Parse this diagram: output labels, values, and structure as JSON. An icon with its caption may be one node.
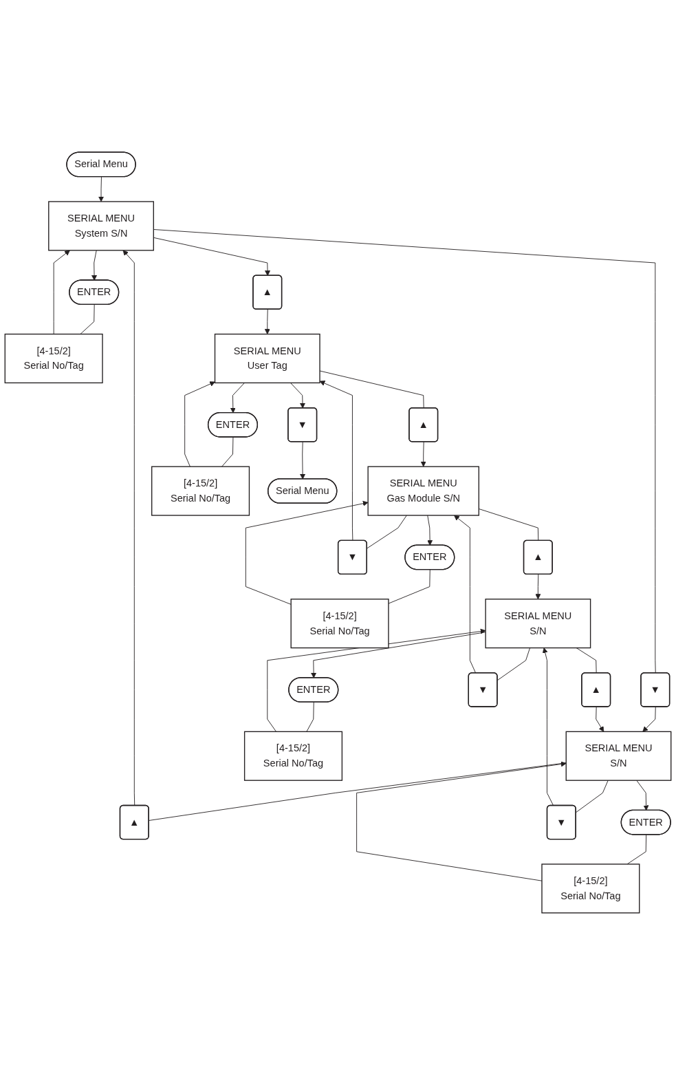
{
  "diagram": {
    "nodes": [
      {
        "text": [
          "Serial Menu"
        ]
      },
      {
        "text": [
          "▲"
        ]
      },
      {
        "text": [
          "SERIAL MENU",
          "System S/N"
        ]
      },
      {
        "text": [
          "ENTER"
        ]
      },
      {
        "text": [
          "[4-15/2]",
          "Serial No/Tag"
        ]
      },
      {
        "text": [
          "▲"
        ]
      },
      {
        "text": [
          "▼"
        ]
      },
      {
        "text": [
          "SERIAL MENU",
          "S/N"
        ]
      },
      {
        "text": [
          "ENTER"
        ]
      },
      {
        "text": [
          "[4-15/2]",
          "Serial No/Tag"
        ]
      },
      {
        "text": [
          "▲"
        ]
      },
      {
        "text": [
          "▼"
        ]
      },
      {
        "text": [
          "SERIAL MENU",
          "S/N"
        ]
      },
      {
        "text": [
          "ENTER"
        ]
      },
      {
        "text": [
          "[4-15/2]",
          "Serial No/Tag"
        ]
      },
      {
        "text": [
          "▲"
        ]
      },
      {
        "text": [
          "▼"
        ]
      },
      {
        "text": [
          "SERIAL MENU",
          "Gas Module S/N"
        ]
      },
      {
        "text": [
          "ENTER"
        ]
      },
      {
        "text": [
          "[4-15/2]",
          "Serial No/Tag"
        ]
      },
      {
        "text": [
          "▲"
        ]
      },
      {
        "text": [
          "▼"
        ]
      },
      {
        "text": [
          "SERIAL MENU",
          "User Tag"
        ]
      },
      {
        "text": [
          "ENTER"
        ]
      },
      {
        "text": [
          "[4-15/2]",
          "Serial No/Tag"
        ]
      },
      {
        "text": [
          "▼"
        ]
      },
      {
        "text": [
          "Serial Menu"
        ]
      }
    ],
    "edges": [
      {
        "from": 0,
        "to": 2,
        "arrow": "to"
      },
      {
        "from": 2,
        "to": 1,
        "arrow": "to"
      },
      {
        "from": 1,
        "to": 22,
        "arrow": "to"
      },
      {
        "from": 2,
        "to": 3,
        "arrow": "to"
      },
      {
        "from": 3,
        "to": 4,
        "arrow": "none"
      },
      {
        "from": 4,
        "to": 2,
        "arrow": "to"
      },
      {
        "from": 7,
        "to": 5,
        "arrow": "none"
      },
      {
        "from": 5,
        "to": 2,
        "arrow": "to"
      },
      {
        "from": 2,
        "to": 6,
        "arrow": "none"
      },
      {
        "from": 6,
        "to": 7,
        "arrow": "to"
      },
      {
        "from": 7,
        "to": 8,
        "arrow": "to"
      },
      {
        "from": 8,
        "to": 9,
        "arrow": "none"
      },
      {
        "from": 9,
        "to": 7,
        "arrow": "to"
      },
      {
        "from": 12,
        "to": 10,
        "arrow": "none"
      },
      {
        "from": 10,
        "to": 7,
        "arrow": "to"
      },
      {
        "from": 7,
        "to": 11,
        "arrow": "none"
      },
      {
        "from": 11,
        "to": 12,
        "arrow": "to"
      },
      {
        "from": 12,
        "to": 13,
        "arrow": "to"
      },
      {
        "from": 13,
        "to": 14,
        "arrow": "none"
      },
      {
        "from": 14,
        "to": 12,
        "arrow": "to"
      },
      {
        "from": 17,
        "to": 15,
        "arrow": "none"
      },
      {
        "from": 15,
        "to": 12,
        "arrow": "to"
      },
      {
        "from": 12,
        "to": 16,
        "arrow": "none"
      },
      {
        "from": 16,
        "to": 17,
        "arrow": "to"
      },
      {
        "from": 17,
        "to": 18,
        "arrow": "to"
      },
      {
        "from": 18,
        "to": 19,
        "arrow": "none"
      },
      {
        "from": 19,
        "to": 17,
        "arrow": "to"
      },
      {
        "from": 22,
        "to": 20,
        "arrow": "none"
      },
      {
        "from": 20,
        "to": 17,
        "arrow": "to"
      },
      {
        "from": 17,
        "to": 21,
        "arrow": "none"
      },
      {
        "from": 21,
        "to": 22,
        "arrow": "to"
      },
      {
        "from": 22,
        "to": 23,
        "arrow": "to"
      },
      {
        "from": 23,
        "to": 24,
        "arrow": "none"
      },
      {
        "from": 24,
        "to": 22,
        "arrow": "to"
      },
      {
        "from": 22,
        "to": 25,
        "arrow": "to"
      },
      {
        "from": 25,
        "to": 26,
        "arrow": "to"
      }
    ]
  }
}
